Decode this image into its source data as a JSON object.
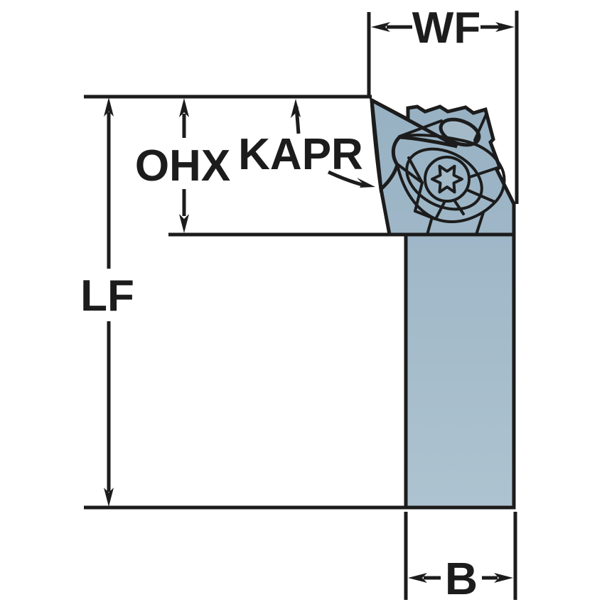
{
  "diagram": {
    "kind": "turning-tool-holder-dimension-drawing",
    "labels": {
      "wf": "WF",
      "ohx": "OHX",
      "kapr": "KAPR",
      "lf": "LF",
      "b": "B"
    }
  },
  "colors": {
    "line": "#1c1c1c",
    "background": "#ffffff",
    "insert-yellow": "#f3c301",
    "body-top": "#97b1c3",
    "body-bottom": "#aec3d0",
    "body-flat": "#a5bac9"
  }
}
